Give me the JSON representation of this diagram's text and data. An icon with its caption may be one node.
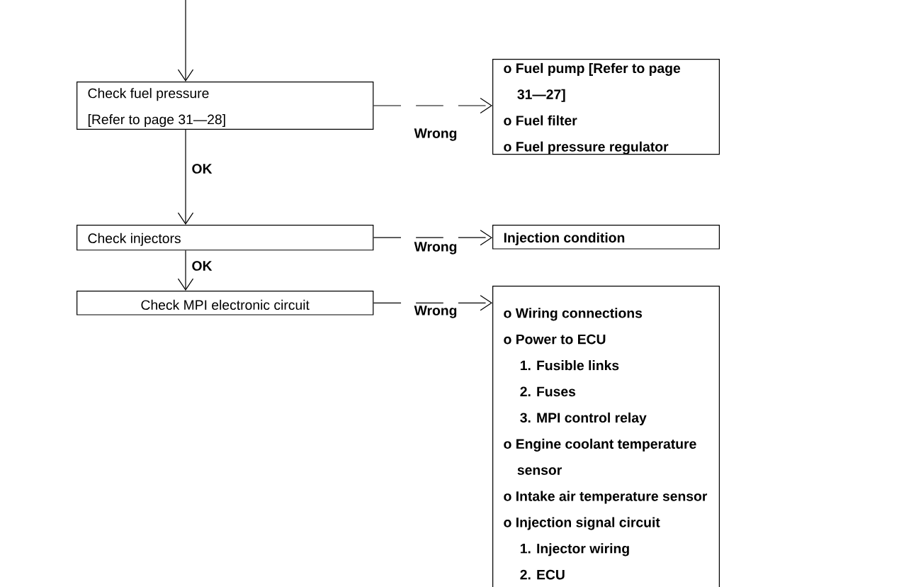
{
  "diagram": {
    "nodes": [
      {
        "text": [
          "Check fuel pressure",
          "[Refer to page 31—28]"
        ]
      },
      {
        "text": [
          "o Fuel pump [Refer to page 31—27]",
          "o Fuel filter",
          "o Fuel pressure regulator"
        ]
      },
      {
        "text": [
          "Check injectors"
        ]
      },
      {
        "text": [
          "Injection condition"
        ]
      },
      {
        "text": [
          "Check MPI electronic circuit"
        ]
      },
      {
        "text": [
          "o Wiring connections",
          "o Power to ECU",
          "1. Fusible links",
          "2. Fuses",
          "3. MPI control relay",
          "o Engine coolant temperature sensor",
          "o Intake air temperature sensor",
          "o Injection signal circuit",
          "1. Injector wiring",
          "2. ECU"
        ]
      }
    ],
    "edges": [
      {
        "from": null,
        "to": 0,
        "arrow": "to"
      },
      {
        "from": 0,
        "to": 1,
        "arrow": "to",
        "label": "Wrong",
        "style": "dashed"
      },
      {
        "from": 0,
        "to": 2,
        "arrow": "to",
        "label": "OK"
      },
      {
        "from": 2,
        "to": 3,
        "arrow": "to",
        "label": "Wrong",
        "style": "dashed"
      },
      {
        "from": 2,
        "to": 4,
        "arrow": "to",
        "label": "OK"
      },
      {
        "from": 4,
        "to": 5,
        "arrow": "to",
        "label": "Wrong",
        "style": "dashed"
      }
    ]
  }
}
